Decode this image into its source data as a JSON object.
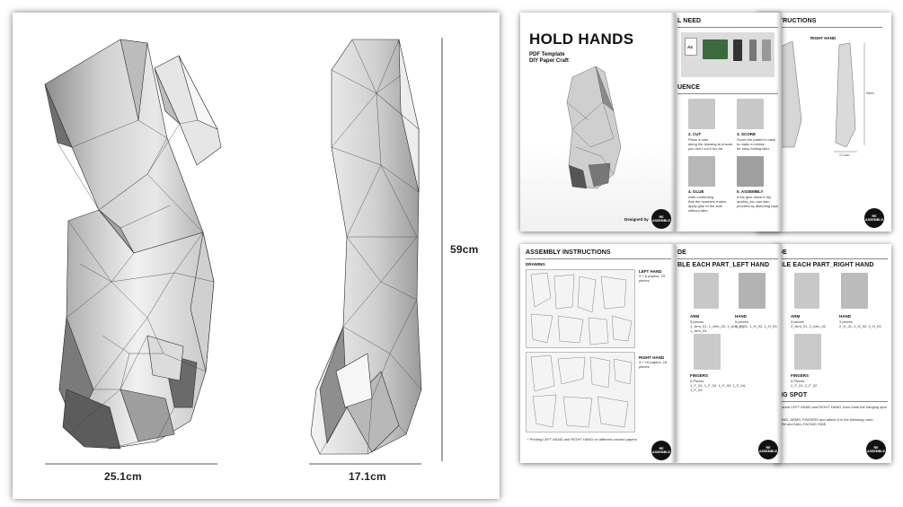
{
  "dimensions": {
    "width_left": "25.1cm",
    "width_right": "17.1cm",
    "height": "59cm"
  },
  "cover": {
    "title": "HOLD HANDS",
    "subtitle_1": "PDF Template",
    "subtitle_2": "DIY Paper Craft",
    "designed_by": "Designed by"
  },
  "logo": {
    "line_1": "RE",
    "line_2": "ASSEMBLE"
  },
  "page_2": {
    "header_1": "L NEED",
    "a4_label": "A4",
    "header_2": "UENCE",
    "steps": [
      {
        "title": "2. CUT",
        "text": "Place a ruler\nalong the drawing to ensure\nyou don't cut it too far."
      },
      {
        "title": "3. SCORE",
        "text": "Score the pattern's back\nto make a crease\nfor easy folding later."
      },
      {
        "title": "4. GLUE",
        "text": "After confirming\nthat the numbers match,\napply glue to the side\nwithout tabs."
      },
      {
        "title": "5. ASSEMBLY",
        "text": "If the glue doesn't dry\nquickly, you can also\nproceed by attaching tape."
      }
    ]
  },
  "page_3": {
    "header": "STRUCTIONS",
    "label_right_hand": "RIGHT HAND",
    "label_height": "59cm",
    "label_width": "17.1cm"
  },
  "page_4": {
    "header": "ASSEMBLY INSTRUCTIONS",
    "drawing_label": "DRAWING",
    "left_hand_title": "LEFT HAND",
    "left_hand_text": "3 + 8 papers, 23 pieces",
    "right_hand_title": "RIGHT HAND",
    "right_hand_text": "3 + 10 papers, 18 pieces",
    "footnote": "* Printing LEFT HAND and RIGHT HAND on different colored papers"
  },
  "page_5": {
    "header_1": "DE",
    "header_2": "BLE EACH PART_LEFT HAND",
    "arm_title": "ARM",
    "arm_text": "5 pieces\n1_Arm_01, 1_Arm_02, 1_Arm_03\n1_Arm_04",
    "hand_title": "HAND",
    "hand_text": "5 pieces\n1_H_01, 1_H_02, 1_H_03",
    "fingers_title": "FINGERS",
    "fingers_text": "5 Pieces\n1_F_01, 1_F_02, 1_F_03, 1_F_04,\n1_F_05"
  },
  "page_6": {
    "header_1": "DE",
    "header_2": "BLE EACH PART_RIGHT HAND",
    "arm_title": "ARM",
    "arm_text": "3 pieces\n2_Arm_01, 2_Arm_02",
    "hand_title": "HAND",
    "hand_text": "3 pieces\n2_H_01, 2_H_02, 2_H_03",
    "fingers_title": "FINGERS",
    "fingers_text": "3 Pieces\n2_F_01, 2_F_02",
    "spot_header": "NG SPOT",
    "spot_text_1": "ombine LEFT HAND and RIGHT HAND, then mark the hanging spot",
    "spot_text_2": "HAND, ARMS, FINGERS and attach it in the following order\nARM and NAIL-FACING SIDE."
  }
}
